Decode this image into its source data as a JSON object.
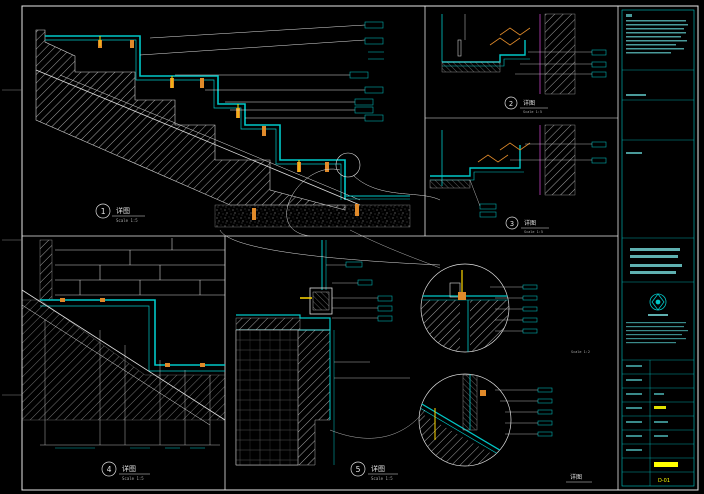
{
  "colors": {
    "background": "#000000",
    "frame": "#e8e8e8",
    "section_line": "#00c8c8",
    "hatch": "#d8d8d8",
    "leader": "#e0e0e0",
    "callout_box": "#00b0b0",
    "accent_yellow": "#ffd800",
    "accent_orange": "#e08a2a",
    "accent_magenta": "#c040c0",
    "title_block_text": "#00c8c8",
    "title_block_highlight": "#ffff00"
  },
  "details": [
    {
      "number": "1",
      "title": "详图",
      "scale": "Scale 1:5"
    },
    {
      "number": "2",
      "title": "详图",
      "scale": "Scale 1:5"
    },
    {
      "number": "3",
      "title": "详图",
      "scale": "Scale 1:5"
    },
    {
      "number": "4",
      "title": "详图",
      "scale": "Scale 1:5"
    },
    {
      "number": "5",
      "title": "详图",
      "scale": "Scale 1:5"
    }
  ],
  "enlarged_title": "详图",
  "enlarged_scale": "Scale 1:2",
  "drawing_number": "D-01"
}
